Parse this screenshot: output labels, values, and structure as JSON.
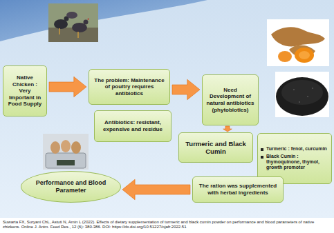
{
  "diagram": {
    "caption": "Suwarta FX, Suryani ChL, Astuti N, Amin L (2022). Effects of dietary supplementation of turmeric and black cumin powder on performance and blood parameters of native chickens. Online J. Anim. Feed Res., 12 (6): 380-386. DOI: https://dx.doi.org/10.51227/ojafr.2022.51",
    "nodes": [
      {
        "text": [
          "Native Chicken : Very Important in Food Supply"
        ]
      },
      {
        "text": [
          "The problem: Maintenance of poultry requires antibiotics"
        ]
      },
      {
        "text": [
          "Antibiotics: resistant, expensive and residue"
        ]
      },
      {
        "text": [
          "Need Development of natural antibiotics (phytobiotics)"
        ]
      },
      {
        "text": [
          "Turmeric and Black Cumin"
        ]
      },
      {
        "text": [
          "Turmeric : fenol, curcumin",
          "Black Cumin : thymoquinone, thymol, growth promoter"
        ]
      },
      {
        "text": [
          "Performance and Blood Parameter"
        ]
      },
      {
        "text": [
          "The ration was supplemented with herbal ingredients"
        ]
      }
    ],
    "edges": [
      {
        "from": 0,
        "to": 1,
        "arrow": "to"
      },
      {
        "from": 1,
        "to": 3,
        "arrow": "to"
      },
      {
        "from": 3,
        "to": 4,
        "arrow": "to"
      },
      {
        "from": 7,
        "to": 6,
        "arrow": "to"
      }
    ]
  }
}
